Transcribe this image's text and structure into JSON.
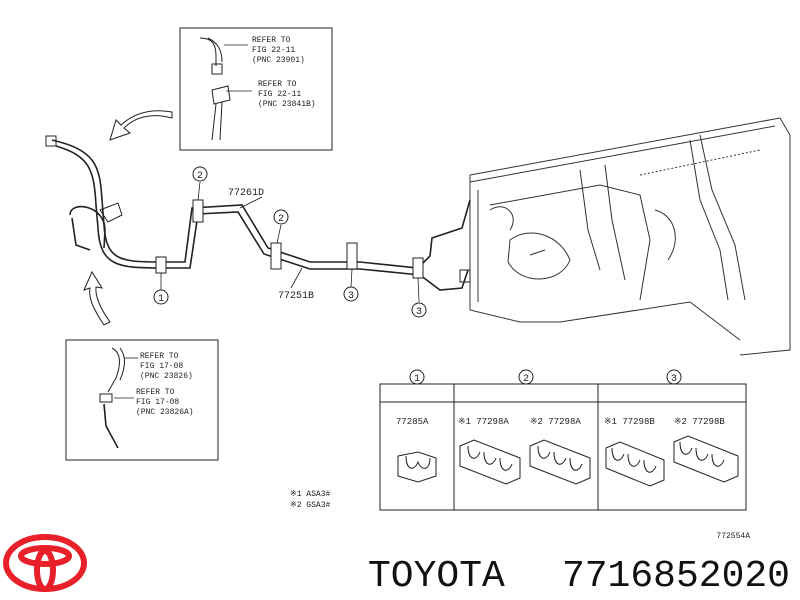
{
  "callout_top": {
    "ref1": [
      "REFER TO",
      "FIG 22-11",
      "(PNC 23901)"
    ],
    "ref2": [
      "REFER TO",
      "FIG 22-11",
      "(PNC 23841B)"
    ]
  },
  "callout_bottom": {
    "ref1": [
      "REFER TO",
      "FIG 17-08",
      "(PNC 23826)"
    ],
    "ref2": [
      "REFER TO",
      "FIG 17-08",
      "(PNC 23826A)"
    ]
  },
  "part_labels": {
    "hose_upper": "77261D",
    "hose_lower": "77251B"
  },
  "markers": {
    "m1": "1",
    "m2": "2",
    "m3": "3"
  },
  "clamp_table": {
    "headers": [
      "1",
      "2",
      "3"
    ],
    "col1": "77285A",
    "col2a": "※1 77298A",
    "col2b": "※2 77298A",
    "col3a": "※1 77298B",
    "col3b": "※2 77298B"
  },
  "notes": [
    "※1 ASA3#",
    "※2 GSA3#"
  ],
  "figure_code": "772554A",
  "brand": {
    "name": "TOYOTA",
    "part_number": "7716852020",
    "logo_color": "#e8202a"
  }
}
